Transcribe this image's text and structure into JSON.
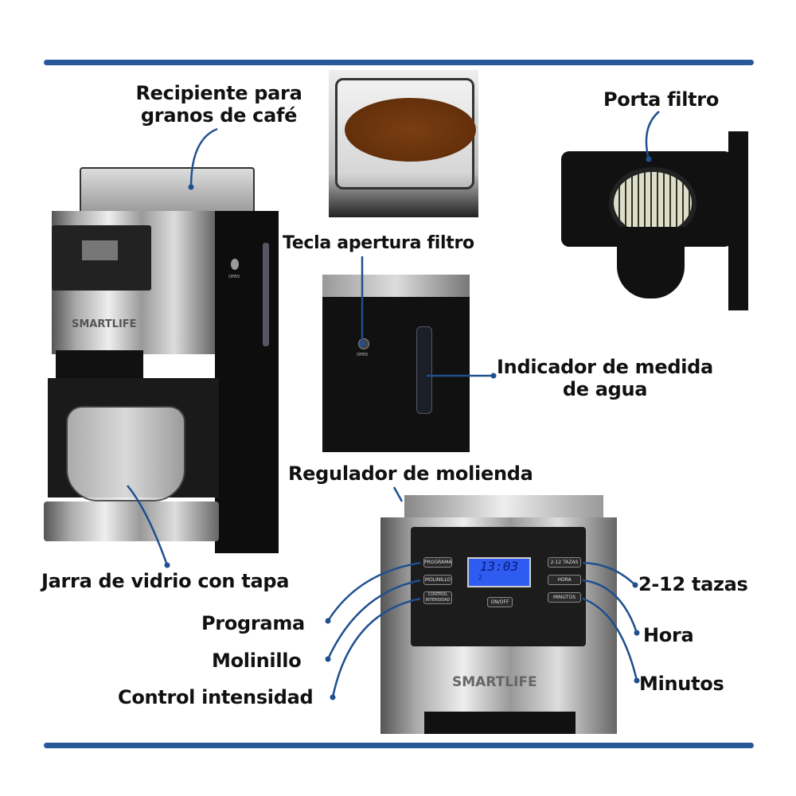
{
  "labels": {
    "bean_container": [
      "Recipiente para",
      "granos de café"
    ],
    "filter_holder": "Porta filtro",
    "filter_open_key": "Tecla apertura filtro",
    "water_indicator": [
      "Indicador de medida",
      "de agua"
    ],
    "grind_regulator": "Regulador de molienda",
    "glass_jug": "Jarra de vidrio con tapa",
    "program": "Programa",
    "grinder": "Molinillo",
    "intensity": "Control intensidad",
    "cups": "2-12 tazas",
    "hour": "Hora",
    "minutes": "Minutos"
  },
  "panel": {
    "buttons_left": [
      "PROGRAMA",
      "MOLINILLO",
      "CONTROL INTENSIDAD"
    ],
    "buttons_right": [
      "2-12 TAZAS",
      "HORA",
      "MINUTOS"
    ],
    "onoff": "ON/OFF",
    "display_time": "13:03",
    "display_level": "2"
  },
  "brand": "SMARTLIFE",
  "open_label": "OPEN",
  "colors": {
    "accent": "#28579a",
    "line": "#1f4f8f",
    "lcd": "#2f5cf0"
  }
}
